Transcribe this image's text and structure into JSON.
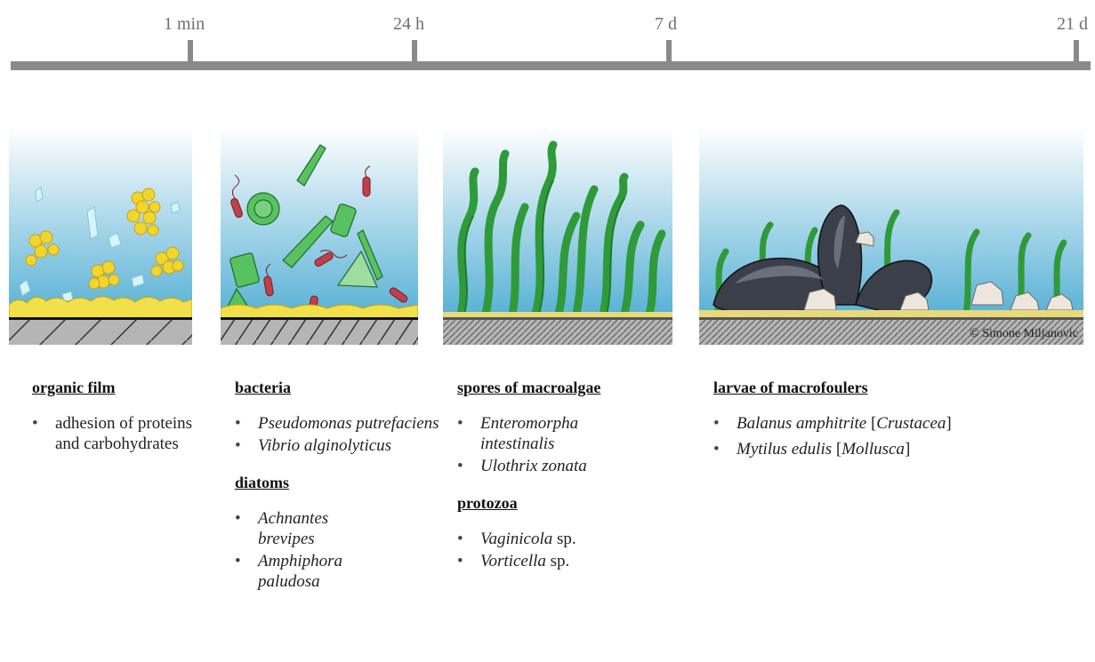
{
  "timeline": {
    "ticks": [
      "1 min",
      "24 h",
      "7 d",
      "21 d"
    ]
  },
  "copyright": "© Simone Miljanovic",
  "columns": [
    {
      "heading": "organic film",
      "items": [
        [
          {
            "t": "adhesion of proteins and carbohydrates",
            "i": false
          }
        ]
      ]
    },
    {
      "heading": "bacteria",
      "items": [
        [
          {
            "t": "Pseudomonas putrefaciens",
            "i": true
          }
        ],
        [
          {
            "t": "Vibrio alginolyticus",
            "i": true
          }
        ]
      ],
      "heading2": "diatoms",
      "items2": [
        [
          {
            "t": "Achnantes brevipes",
            "i": true
          }
        ],
        [
          {
            "t": "Amphiphora paludosa",
            "i": true
          }
        ]
      ]
    },
    {
      "heading": "spores of macroalgae",
      "items": [
        [
          {
            "t": "Enteromorpha intestinalis",
            "i": true
          }
        ],
        [
          {
            "t": "Ulothrix zonata",
            "i": true
          }
        ]
      ],
      "heading2": "protozoa",
      "items2": [
        [
          {
            "t": "Vaginicola",
            "i": true
          },
          {
            "t": " sp.",
            "i": false
          }
        ],
        [
          {
            "t": "Vorticella",
            "i": true
          },
          {
            "t": " sp.",
            "i": false
          }
        ]
      ]
    },
    {
      "heading": "larvae of macrofoulers",
      "items": [
        [
          {
            "t": "Balanus amphitrite",
            "i": true
          },
          {
            "t": " [",
            "i": false
          },
          {
            "t": "Crustacea",
            "i": true
          },
          {
            "t": "]",
            "i": false
          }
        ],
        [
          {
            "t": "Mytilus edulis",
            "i": true
          },
          {
            "t": " [",
            "i": false
          },
          {
            "t": "Mollusca",
            "i": true
          },
          {
            "t": "]",
            "i": false
          }
        ]
      ]
    }
  ],
  "colors": {
    "water_top": "#ffffff",
    "water_bottom": "#3fa5cf",
    "film": "#f2e04a",
    "substrate": "#b5b5b5",
    "timeline": "#8a8a8a",
    "algae": "#2f9a3a"
  }
}
